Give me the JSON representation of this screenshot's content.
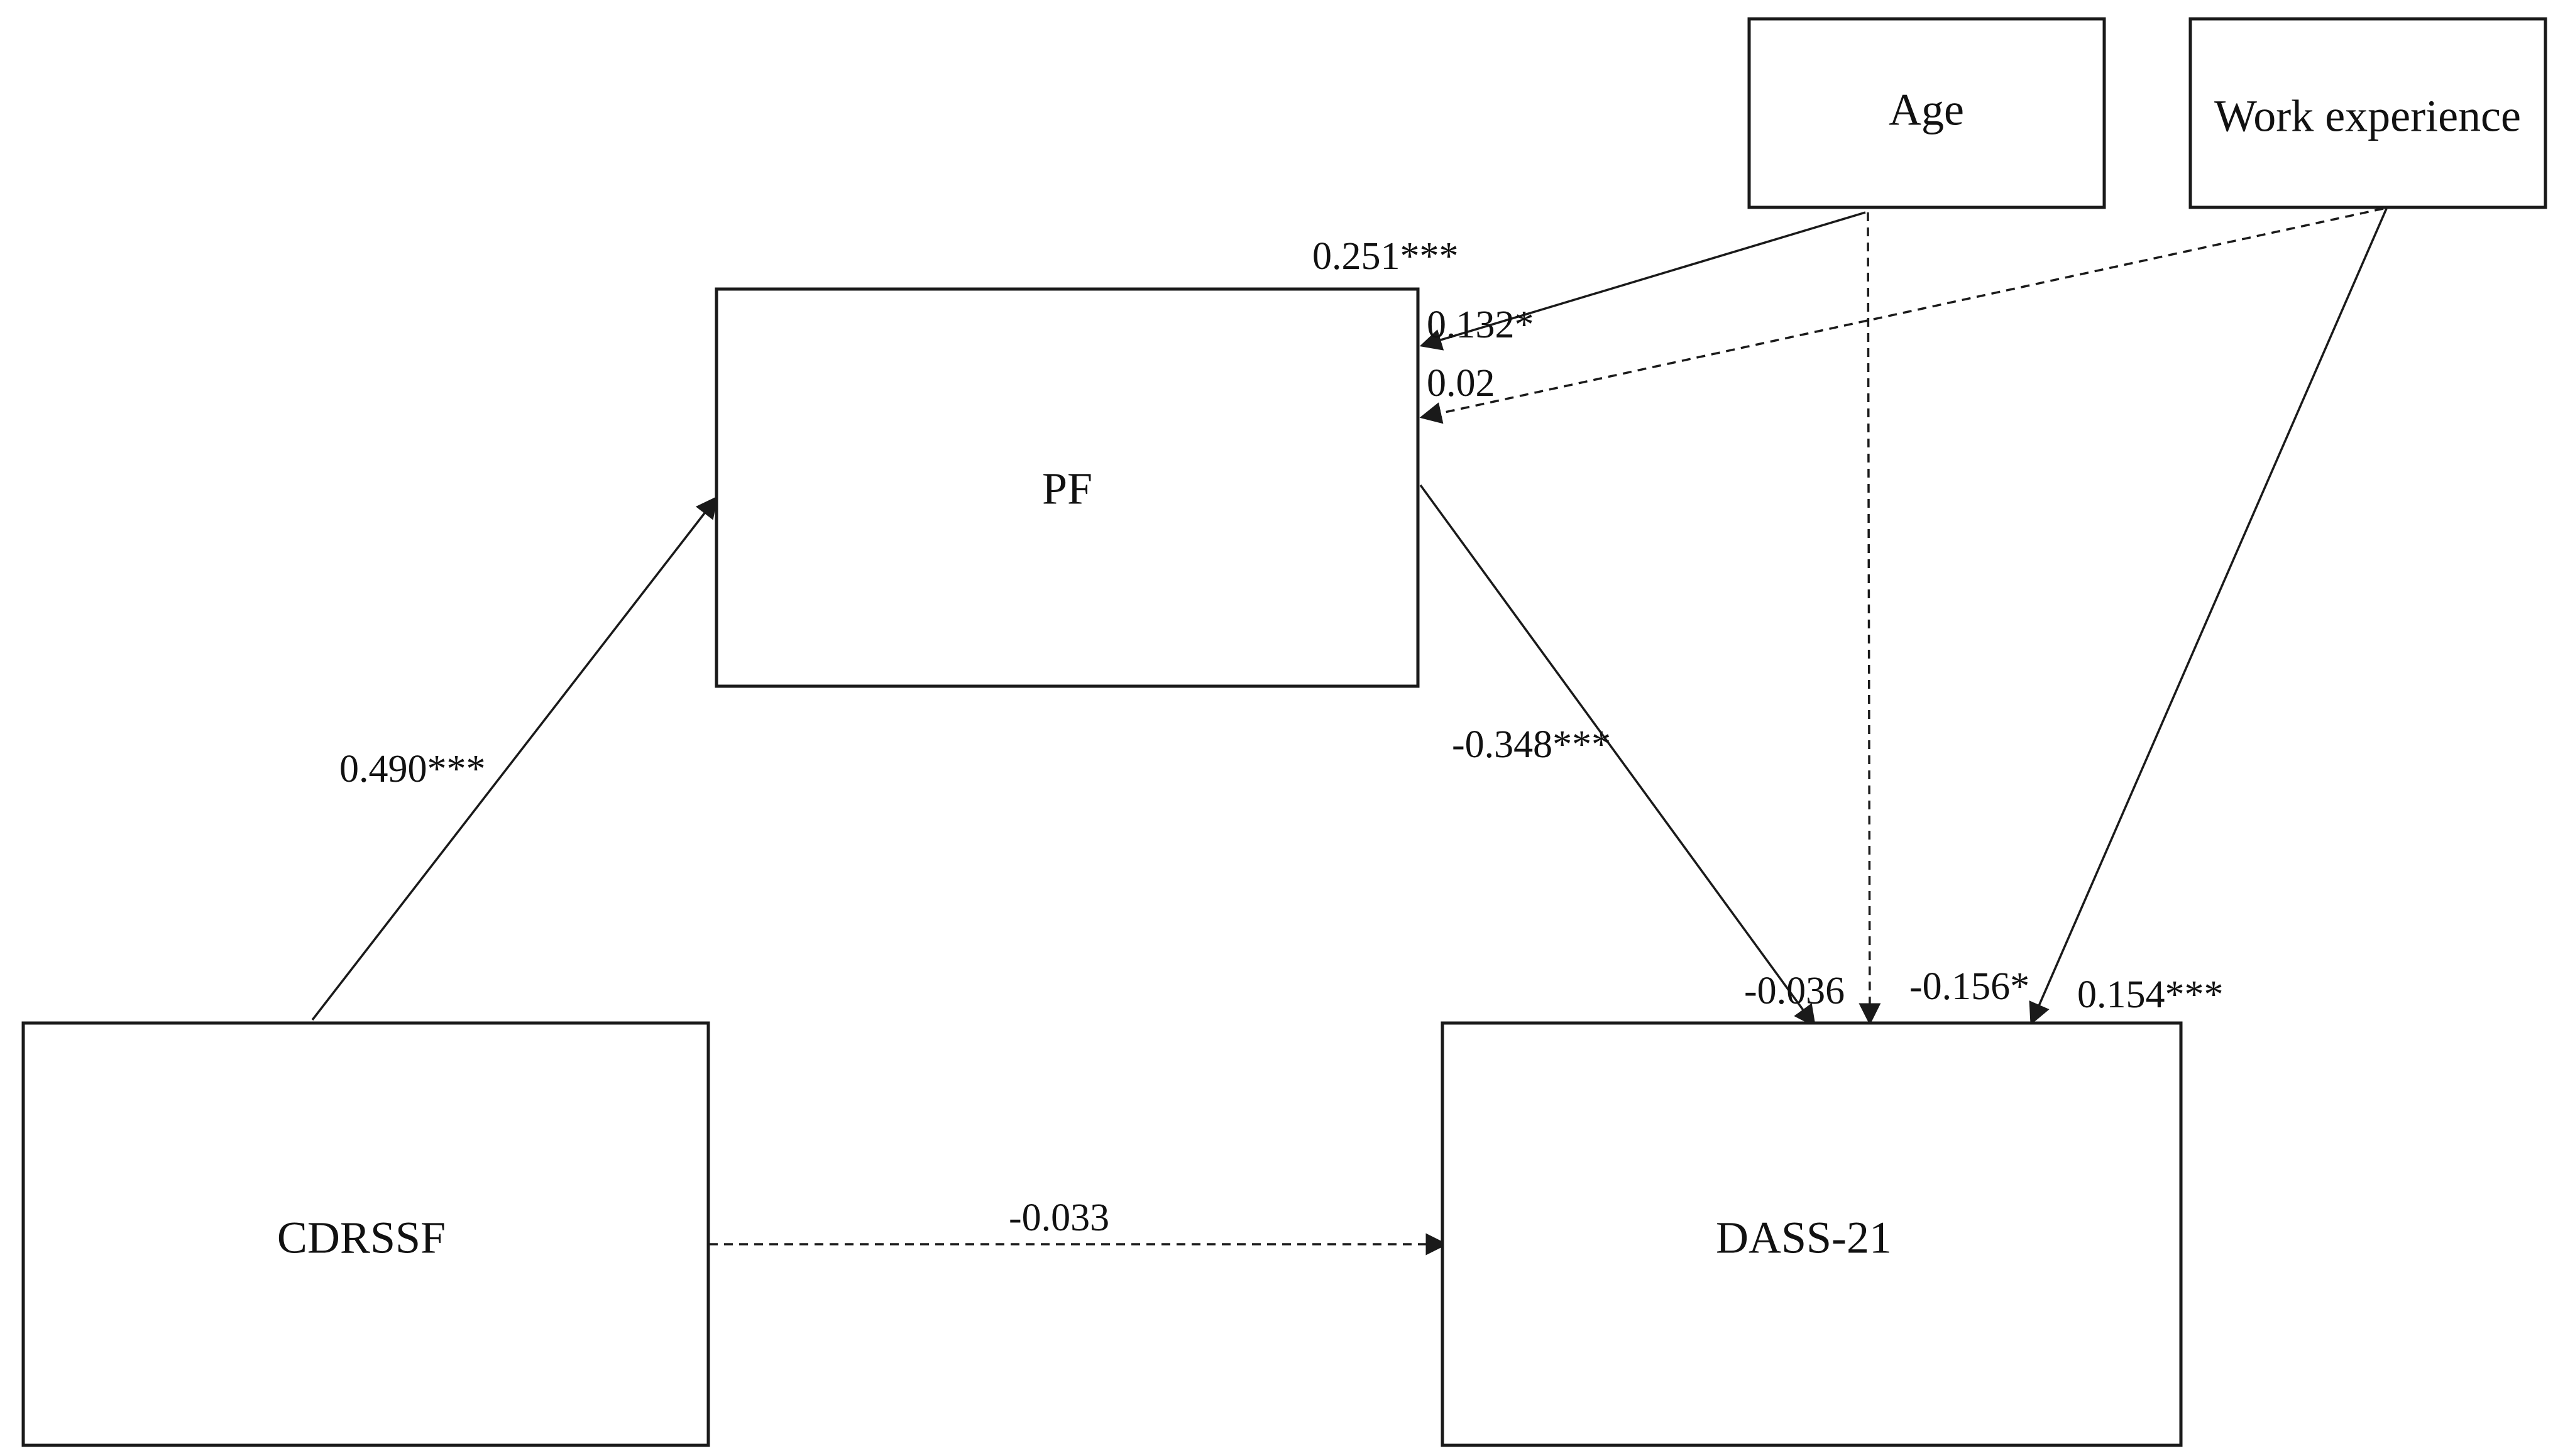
{
  "nodes": {
    "pf": "PF",
    "cdrssf": "CDRSSF",
    "dass21": "DASS-21",
    "age": "Age",
    "work": "Work experience"
  },
  "edges": {
    "cdrssf_pf": "0.490***",
    "pf_dass": "-0.348***",
    "cdrssf_dass": "-0.033",
    "age_pf": "0.251***",
    "age_pf_b": "0.132*",
    "work_pf": "0.02",
    "pf_dass_b": "-0.036",
    "age_dass": "-0.156*",
    "work_dass": "0.154***"
  }
}
